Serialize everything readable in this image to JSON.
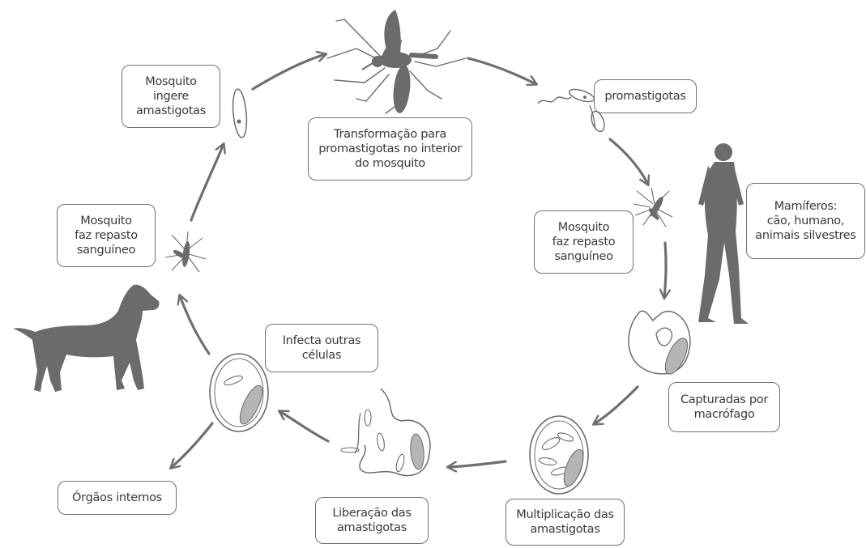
{
  "labels": {
    "mosquito_ingere": "Mosquito\ningere\namastigotas",
    "transformacao": "Transformação para\npromastigotas no interior\ndo mosquito",
    "promastigotas": "promastigotas",
    "mamiferos": "Mamíferos:\ncão, humano,\nanimais silvestres",
    "repasto_direita": "Mosquito\nfaz repasto\nsanguíneo",
    "capturadas": "Capturadas por\nmacrófago",
    "multiplicacao": "Multiplicação das\namastigotas",
    "liberacao": "Liberação das\namastigotas",
    "infecta": "Infecta outras\ncélulas",
    "orgaos": "Órgãos internos",
    "repasto_esquerda": "Mosquito\nfaz repasto\nsanguíneo"
  },
  "icons": {
    "mosquito_large": "mosquito-icon",
    "mosquito_small_right": "mosquito-icon",
    "mosquito_small_left": "mosquito-icon",
    "human": "human-silhouette-icon",
    "dog": "dog-silhouette-icon",
    "promastigote": "promastigote-icon",
    "amastigote": "amastigote-cell-icon",
    "macrophage": "macrophage-cell-icon"
  },
  "colors": {
    "silhouette": "#6b6b6b",
    "arrow": "#6f6f6f",
    "box_border": "#707070",
    "text": "#3a3a3a"
  }
}
